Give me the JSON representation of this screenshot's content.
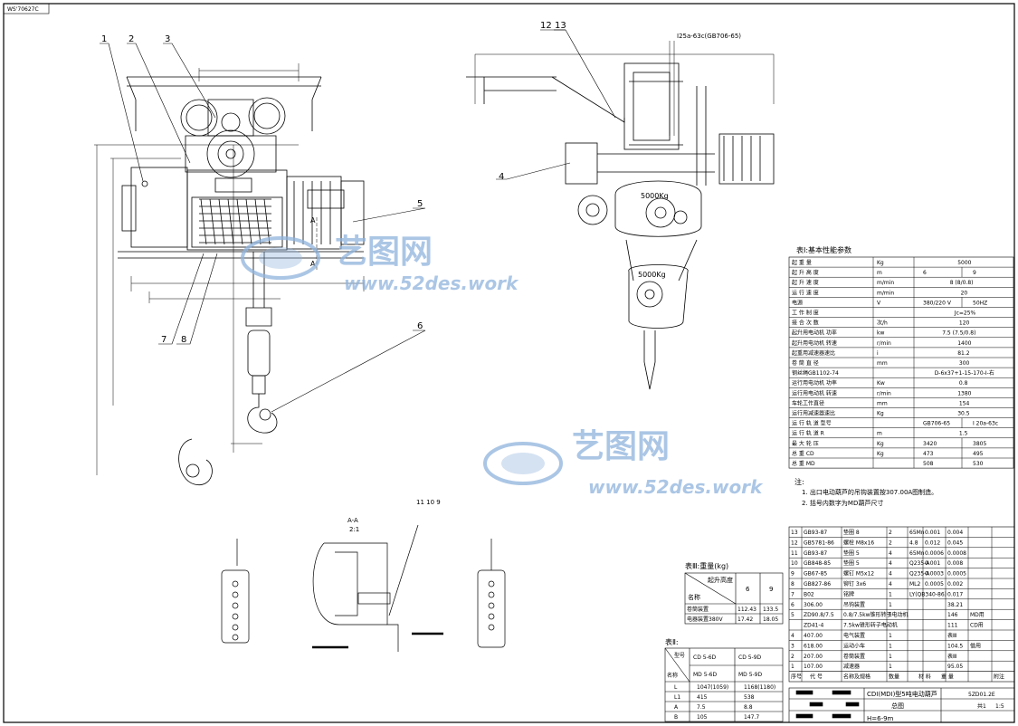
{
  "sheet_code": "WS'70627C",
  "section_marks": {
    "a1": "A",
    "a2": "A",
    "aa_title": "A-A",
    "aa_scale": "2:1"
  },
  "front_callouts": [
    "1",
    "2",
    "3",
    "4",
    "5",
    "6",
    "7",
    "8"
  ],
  "side_callouts": [
    "12",
    "13"
  ],
  "detail_callouts": "11 10 9",
  "rail_label": "I25a-63c(GB706-65)",
  "hook_load_1": "5000Kg",
  "hook_load_2": "5000Kg",
  "watermark": {
    "brand": "艺图网",
    "url": "www.52des.work"
  },
  "table1": {
    "title": "表Ⅰ:基本性能参数",
    "rows": [
      [
        "起  重  量",
        "Kg",
        "5000",
        ""
      ],
      [
        "起  升  高  度",
        "m",
        "6",
        "9"
      ],
      [
        "起  升  速  度",
        "m/min",
        "8 (8/0.8)",
        ""
      ],
      [
        "运  行  速  度",
        "m/min",
        "20",
        ""
      ],
      [
        "电源",
        "V",
        "380/220 V",
        "50HZ"
      ],
      [
        "工  作  制  度",
        "",
        "Jc=25%",
        ""
      ],
      [
        "接  合  次  数",
        "次/h",
        "120",
        ""
      ],
      [
        "起升用电动机 功率",
        "kw",
        "7.5  (7.5/0.8)",
        ""
      ],
      [
        "起升用电动机 转速",
        "r/min",
        "1400",
        ""
      ],
      [
        "起重用减速器速比",
        "i",
        "81.2",
        ""
      ],
      [
        "卷  筒  直  径",
        "mm",
        "300",
        ""
      ],
      [
        "钢丝绳GB1102-74",
        "",
        "D-6x37+1-15-170-Ⅰ-右",
        ""
      ],
      [
        "运行用电动机 功率",
        "Kw",
        "0.8",
        ""
      ],
      [
        "运行用电动机 转速",
        "r/min",
        "1380",
        ""
      ],
      [
        "车轮工作直径",
        "mm",
        "154",
        ""
      ],
      [
        "运行用减速器速比",
        "Kg",
        "30.5",
        ""
      ],
      [
        "运  行  轨  道  型号",
        "",
        "GB706-65",
        "I 20a-63c"
      ],
      [
        "运  行  轨  道  R",
        "m",
        "1.5",
        ""
      ],
      [
        "最  大  轮  压",
        "Kg",
        "3420",
        "3805"
      ],
      [
        "总  重  CD",
        "Kg",
        "473",
        "495"
      ],
      [
        "总  重  MD",
        "",
        "508",
        "530"
      ]
    ]
  },
  "notes": {
    "title": "注:",
    "items": [
      "1. 出口电动葫芦的吊钩装置按307.00A图制造。",
      "2. 括号内数字为MD葫芦尺寸"
    ]
  },
  "table3": {
    "title": "表Ⅲ:重量(kg)",
    "head_top": "起升高度",
    "head_name": "名称",
    "cols": [
      "6",
      "9"
    ],
    "rows": [
      [
        "卷筒装置",
        "112.43",
        "133.5"
      ],
      [
        "电器装置380V",
        "17.42",
        "18.05"
      ]
    ]
  },
  "table2": {
    "title": "表Ⅱ:",
    "head": [
      "型号",
      "CD 5-6D",
      "CD 5-9D"
    ],
    "head2": [
      "名称",
      "MD 5-6D",
      "MD 5-9D"
    ],
    "rows": [
      [
        "L",
        "1047(1059)",
        "1168(1180)"
      ],
      [
        "L1",
        "415",
        "538"
      ],
      [
        "A",
        "7.5",
        "8.8"
      ],
      [
        "B",
        "105",
        "147.7"
      ]
    ]
  },
  "bom": {
    "rows": [
      [
        "13",
        "GB93-87",
        "垫圈 8",
        "2",
        "65Mn",
        "0.001",
        "0.004",
        ""
      ],
      [
        "12",
        "GB5781-86",
        "螺栓 M8x16",
        "2",
        "4.8",
        "0.012",
        "0.045",
        ""
      ],
      [
        "11",
        "GB93-87",
        "垫圈 5",
        "4",
        "65Mn",
        "0.0006",
        "0.0008",
        ""
      ],
      [
        "10",
        "GB848-85",
        "垫圈 5",
        "4",
        "Q235-A",
        "0.001",
        "0.008",
        ""
      ],
      [
        "9",
        "GB67-85",
        "螺钉 M5x12",
        "4",
        "Q235-A",
        "0.0003",
        "0.0005",
        ""
      ],
      [
        "8",
        "GB827-86",
        "铆钉 3x6",
        "4",
        "ML2",
        "0.0005",
        "0.002",
        ""
      ],
      [
        "7",
        "B02",
        "铭牌",
        "1",
        "LY(QB340-86)",
        "",
        "0.017",
        ""
      ],
      [
        "6",
        "306.00",
        "吊钩装置",
        "1",
        "",
        "",
        "38.21",
        ""
      ],
      [
        "5",
        "ZD90.8/7.5",
        "0.8/7.5kw锥形转子电动机",
        "1",
        "",
        "",
        "146",
        "MD用"
      ],
      [
        "",
        "ZD41-4",
        "7.5kw锥形转子电动机",
        "",
        "",
        "",
        "111",
        "CD用"
      ],
      [
        "4",
        "407.00",
        "电气装置",
        "1",
        "",
        "",
        "表Ⅲ",
        ""
      ],
      [
        "3",
        "618.00",
        "运动小车",
        "1",
        "",
        "",
        "104.5",
        "借用"
      ],
      [
        "2",
        "207.00",
        "卷筒装置",
        "1",
        "",
        "",
        "表Ⅲ",
        ""
      ],
      [
        "1",
        "107.00",
        "减速器",
        "1",
        "",
        "",
        "95.05",
        ""
      ]
    ],
    "header": [
      "序号",
      "代  号",
      "名称及规格",
      "数量",
      "材  料",
      "重  量",
      "",
      "附注"
    ]
  },
  "title_block": {
    "product": "CDI(MDI)型5吨电动葫芦",
    "view": "总图",
    "drawing_no": "5ZD01.2E",
    "sheet": "共1",
    "scale": "1:5",
    "height": "H=6-9m"
  }
}
